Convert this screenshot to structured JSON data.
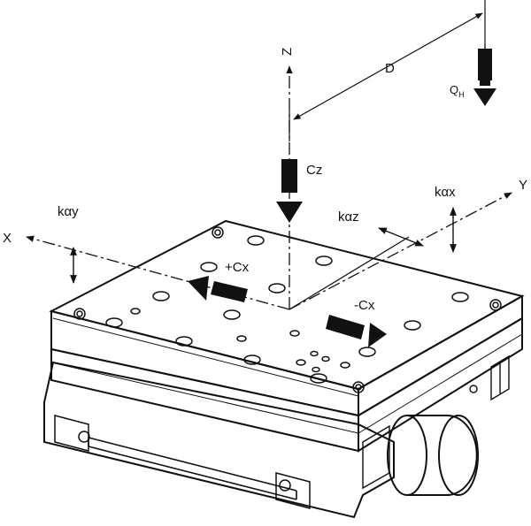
{
  "labels": {
    "z_axis": "Z",
    "x_axis": "X",
    "y_axis": "Y",
    "distance": "D",
    "load": "Q",
    "load_sub": "H",
    "cz": "Cz",
    "plus_cx": "+Cx",
    "minus_cx": "-Cx",
    "k_alpha_x": "kαx",
    "k_alpha_y": "kαy",
    "k_alpha_z": "kαz"
  },
  "colors": {
    "ink": "#111111",
    "paper": "#ffffff",
    "shade": "#e9e9e9"
  },
  "icons": [
    "load-arrow-icon",
    "force-arrow-icon",
    "knob-icon",
    "mounting-hole-icon"
  ]
}
